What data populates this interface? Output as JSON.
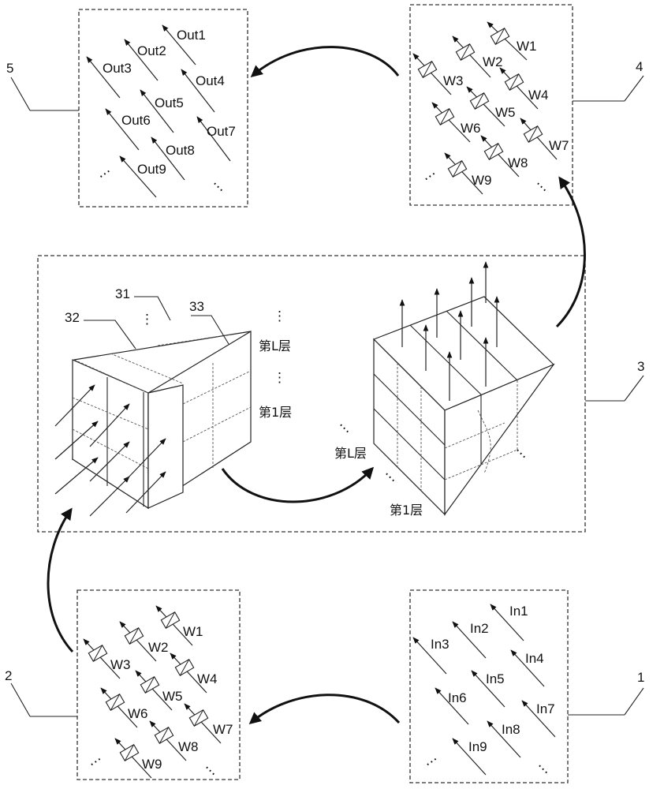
{
  "figure": {
    "box1": {
      "ref": "1",
      "labels": [
        "In1",
        "In2",
        "In3",
        "In4",
        "In5",
        "In6",
        "In7",
        "In8",
        "In9"
      ]
    },
    "box2": {
      "ref": "2",
      "labels": [
        "W1",
        "W2",
        "W3",
        "W4",
        "W5",
        "W6",
        "W7",
        "W8",
        "W9"
      ]
    },
    "box3": {
      "ref": "3",
      "sub_refs": [
        "31",
        "32",
        "33"
      ],
      "layer_top": "第L层",
      "layer_bottom": "第1层"
    },
    "box4": {
      "ref": "4",
      "labels": [
        "W1",
        "W2",
        "W3",
        "W4",
        "W5",
        "W6",
        "W7",
        "W8",
        "W9"
      ]
    },
    "box5": {
      "ref": "5",
      "labels": [
        "Out1",
        "Out2",
        "Out3",
        "Out4",
        "Out5",
        "Out6",
        "Out7",
        "Out8",
        "Out9"
      ]
    },
    "ellipsis": "⋯",
    "vellipsis": "⋮"
  }
}
